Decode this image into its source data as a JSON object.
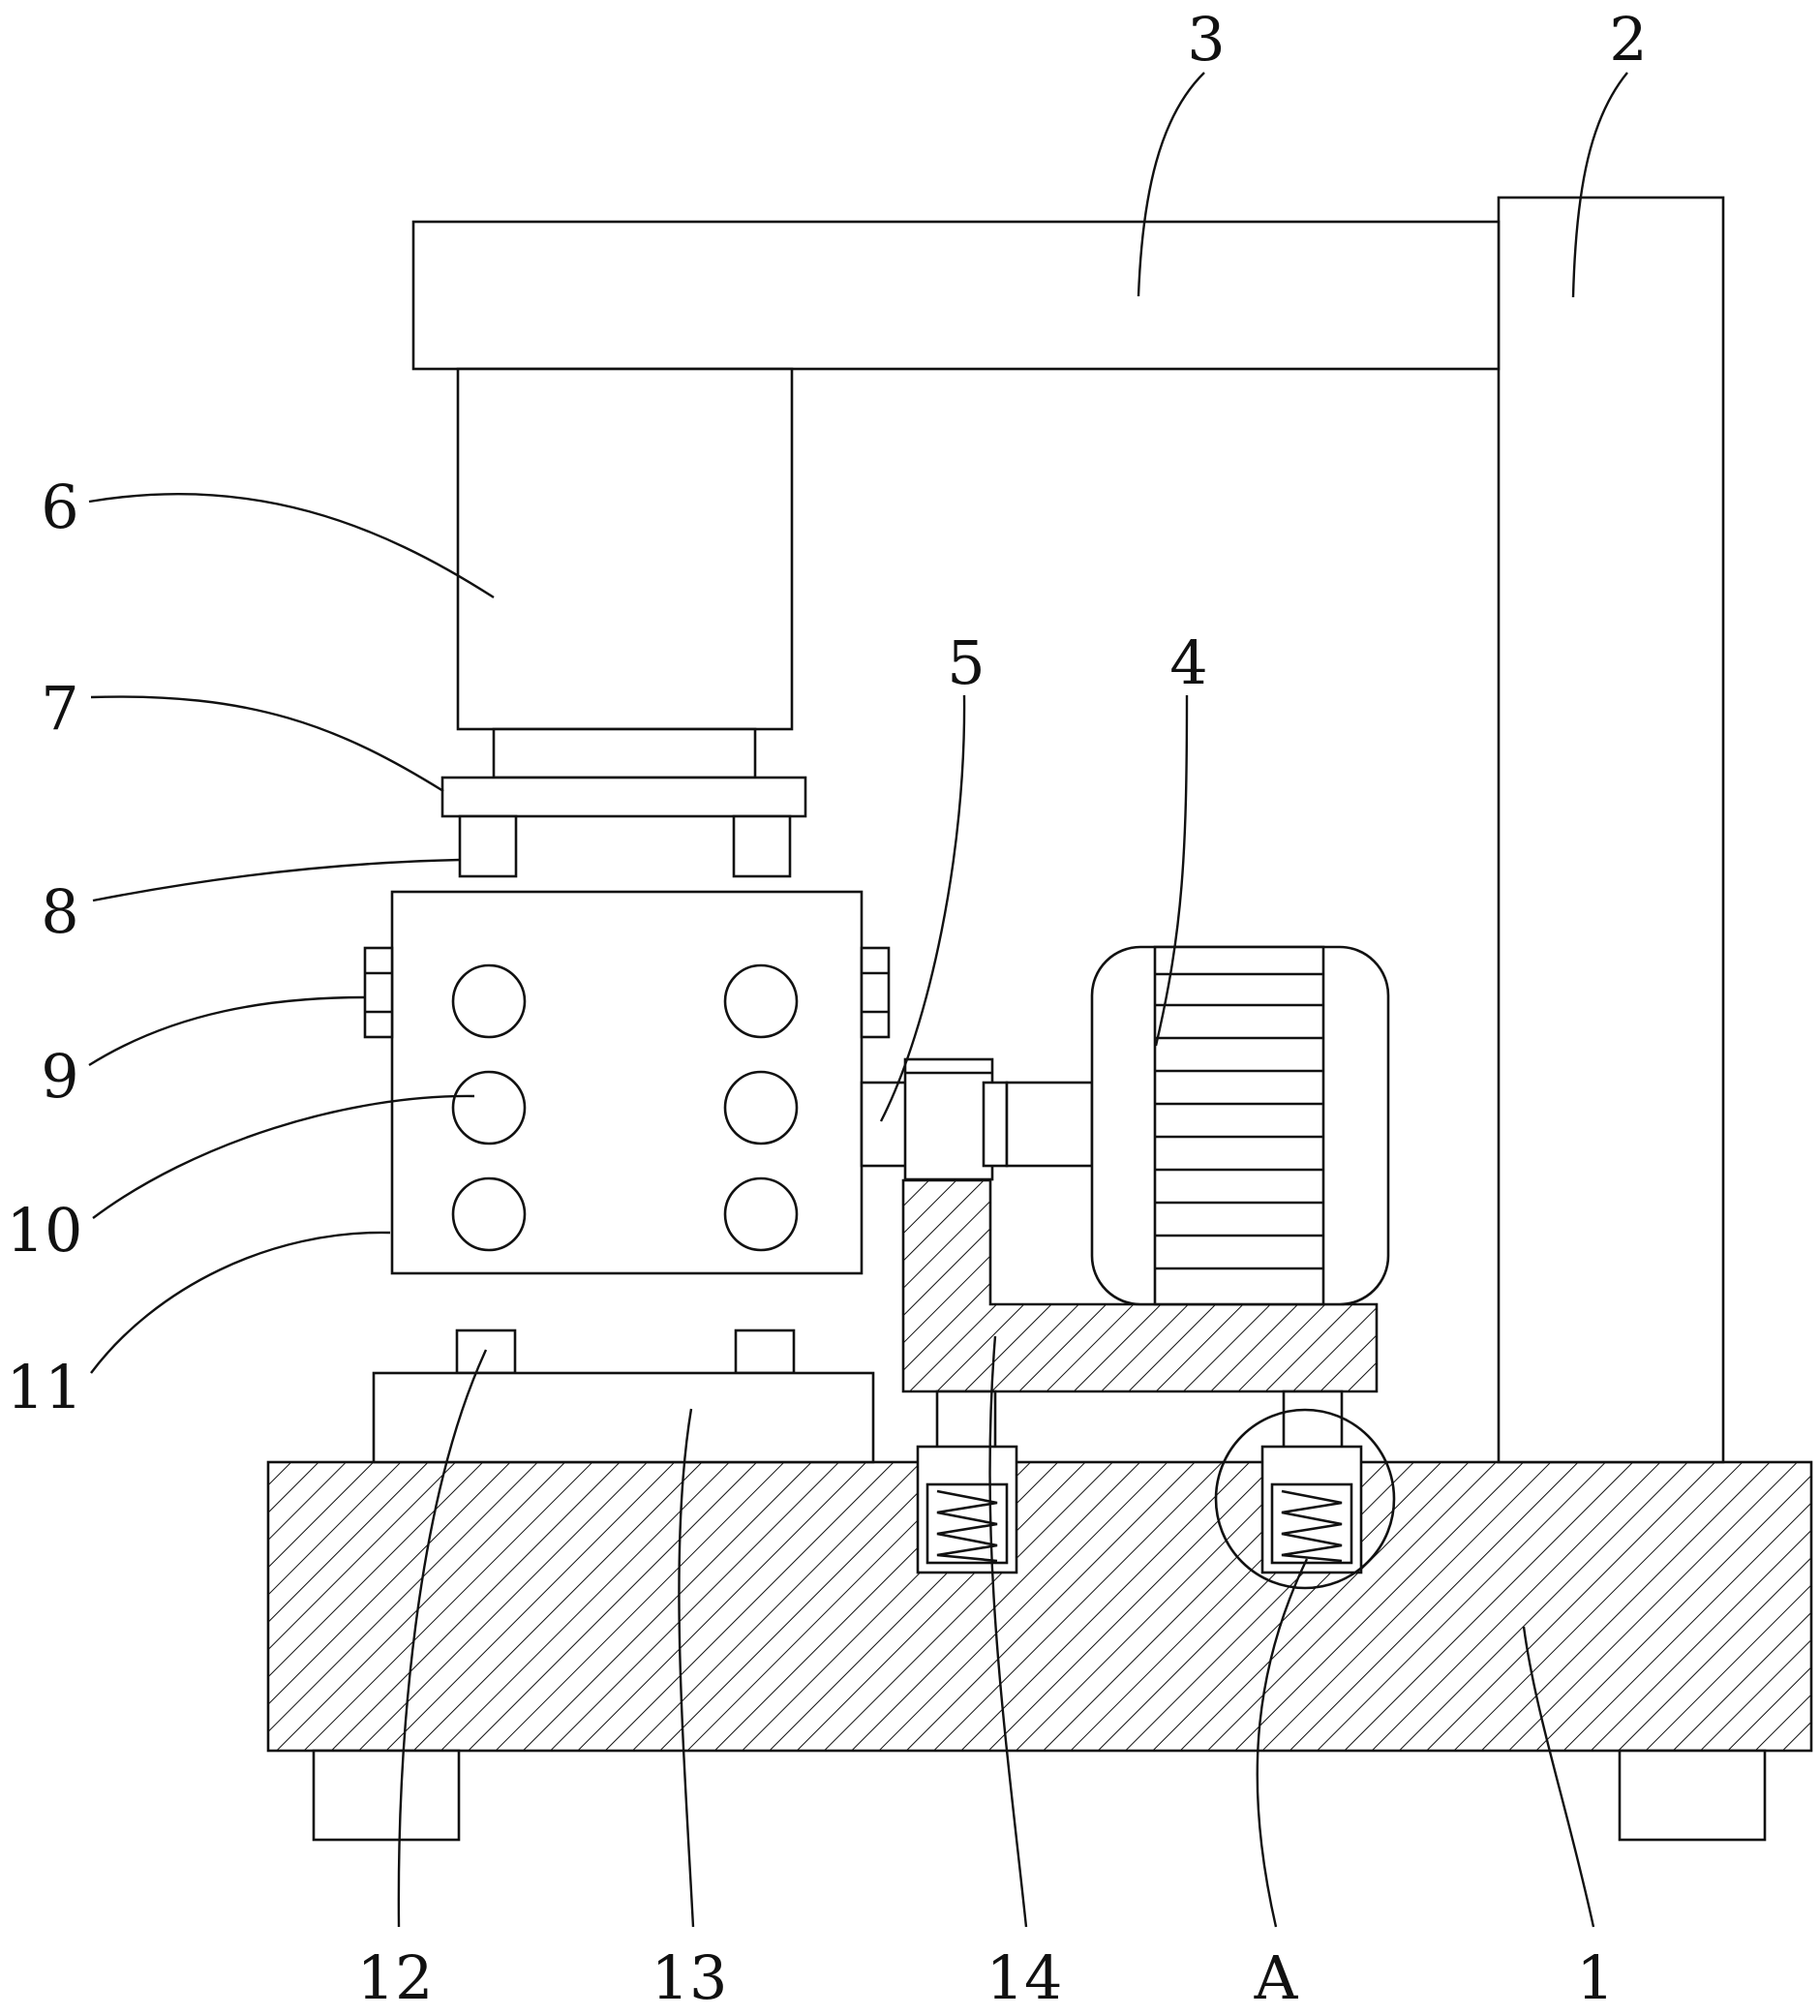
{
  "callouts": {
    "c1": "1",
    "c2": "2",
    "c3": "3",
    "c4": "4",
    "c5": "5",
    "c6": "6",
    "c7": "7",
    "c8": "8",
    "c9": "9",
    "c10": "10",
    "c11": "11",
    "c12": "12",
    "c13": "13",
    "c14": "14",
    "cA": "A"
  }
}
